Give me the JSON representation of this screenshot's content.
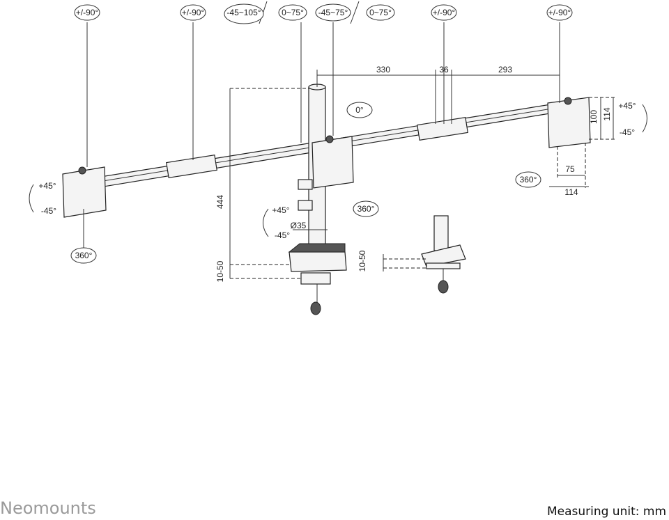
{
  "rotation_labels": {
    "left_arm_swivel": "+/-90°",
    "left_joint_swivel": "+/-90°",
    "pole_tilt_a": "-45~105°",
    "pole_tilt_b": "0~75°",
    "pole_tilt_c": "-45~75°",
    "pole_tilt_d": "0~75°",
    "right_joint_swivel": "+/-90°",
    "right_arm_swivel": "+/-90°",
    "center_pan": "0°",
    "left_rotate": "360°",
    "center_rotate": "360°",
    "right_rotate": "360°",
    "left_tilt_up": "+45°",
    "left_tilt_down": "-45°",
    "center_tilt_up": "+45°",
    "center_tilt_down": "-45°",
    "right_tilt_up": "+45°",
    "right_tilt_down": "-45°"
  },
  "dimensions": {
    "arm_left": "330",
    "joint": "36",
    "arm_right": "293",
    "height": "444",
    "clamp_range": "10-50",
    "grommet_range": "10-50",
    "pole_diameter": "Ø35",
    "vesa_h_small": "100",
    "vesa_h_large": "114",
    "vesa_w_small": "75",
    "vesa_w_large": "114"
  },
  "footer": {
    "brand": "Neomounts",
    "unit": "Measuring unit: mm"
  }
}
